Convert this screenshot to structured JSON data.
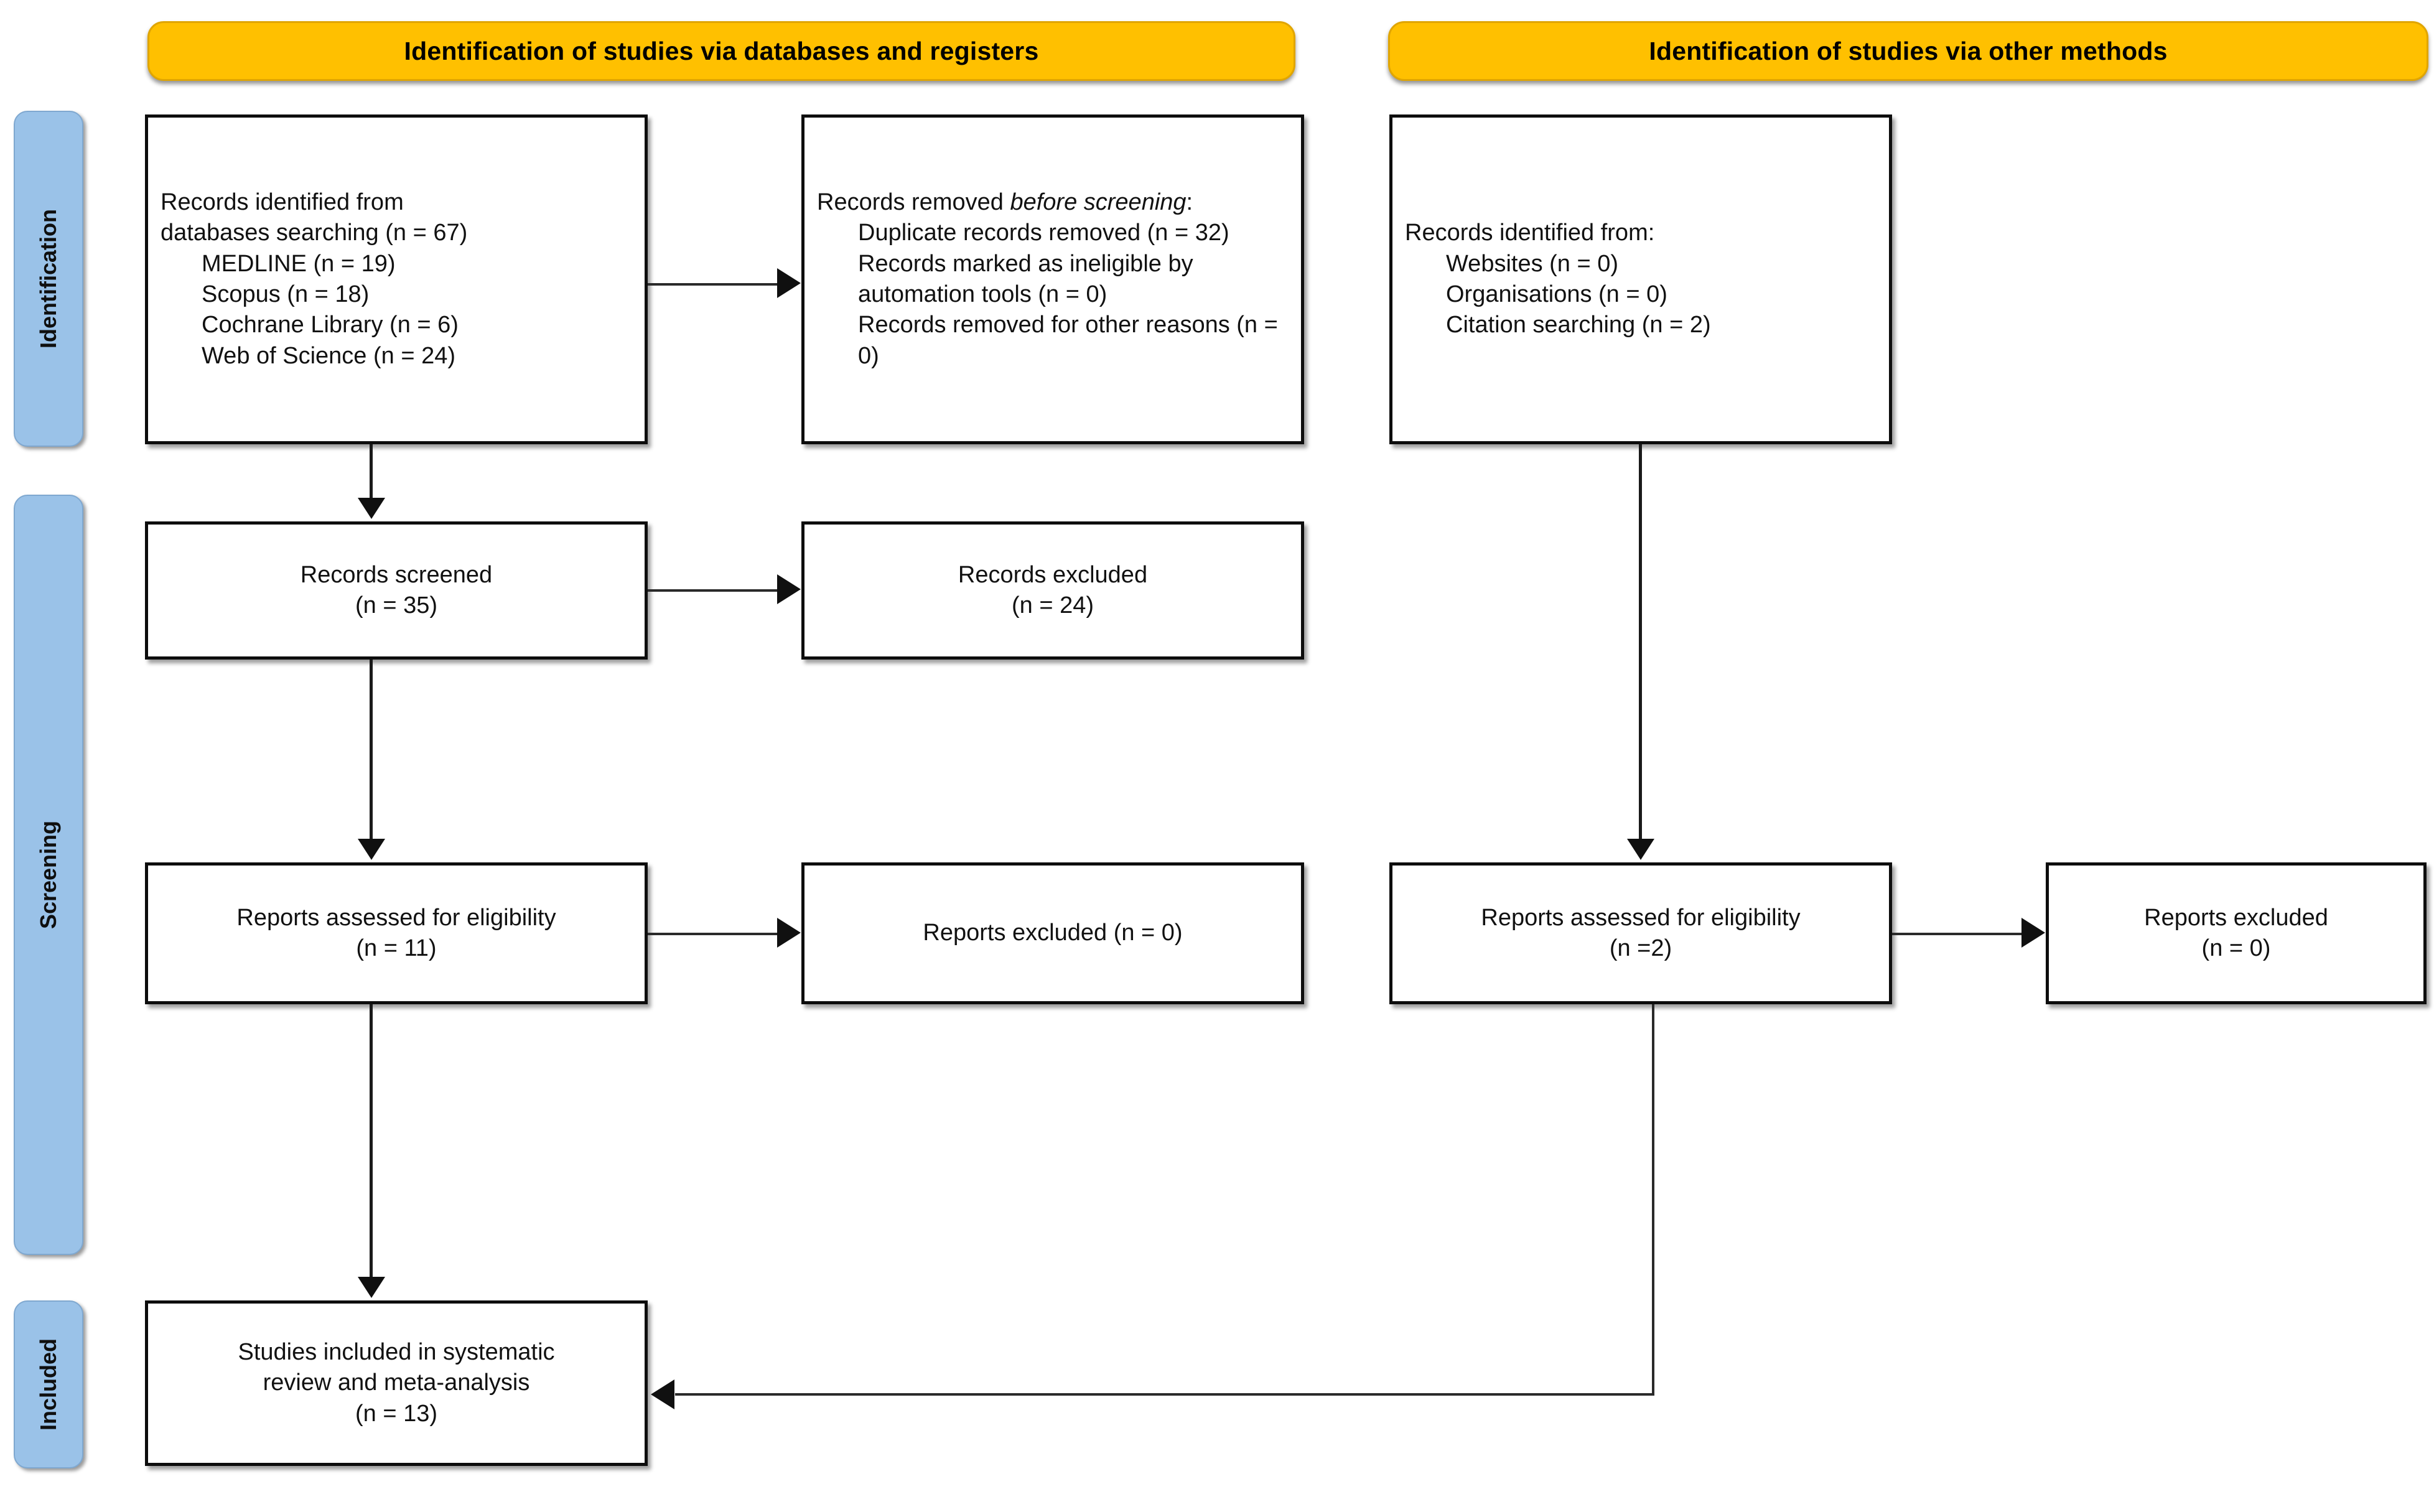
{
  "diagram": {
    "title": "PRISMA 2020 flow diagram",
    "colors": {
      "header_yellow": "#FFC000",
      "phase_blue": "#9AC2E8",
      "box_border": "#0D0D0D",
      "text": "#111111",
      "background": "#FFFFFF"
    }
  },
  "headers": {
    "left": "Identification of studies via databases and registers",
    "right": "Identification of studies via other methods"
  },
  "phases": {
    "identification": "Identification",
    "screening": "Screening",
    "included": "Included"
  },
  "boxes": {
    "identified_databases": {
      "line1": "Records identified from",
      "line2": "databases searching (n = 67)",
      "sources": [
        "MEDLINE (n = 19)",
        "Scopus (n = 18)",
        "Cochrane Library (n = 6)",
        "Web of Science (n = 24)"
      ]
    },
    "removed_before_screening": {
      "heading_plain": "Records removed ",
      "heading_italic": "before screening",
      "heading_colon": ":",
      "items": [
        "Duplicate records removed (n = 32)",
        "Records marked as ineligible by automation tools (n = 0)",
        "Records removed for other reasons (n = 0)"
      ]
    },
    "identified_other": {
      "heading": "Records identified from:",
      "sources": [
        "Websites (n = 0)",
        "Organisations (n = 0)",
        "Citation searching (n = 2)"
      ]
    },
    "records_screened": {
      "line1": "Records screened",
      "line2": "(n = 35)"
    },
    "records_excluded": {
      "line1": "Records excluded",
      "line2": "(n = 24)"
    },
    "eligibility_left": {
      "line1": "Reports assessed for eligibility",
      "line2": "(n = 11)"
    },
    "reports_excluded_left": {
      "line1": "Reports excluded (n = 0)"
    },
    "eligibility_right": {
      "line1": "Reports assessed for eligibility",
      "line2": "(n =2)"
    },
    "reports_excluded_right": {
      "line1": "Reports excluded",
      "line2": "(n = 0)"
    },
    "included": {
      "line1": "Studies included in systematic",
      "line2": "review and meta-analysis",
      "line3": "(n = 13)"
    }
  },
  "chart_data": {
    "type": "diagram",
    "title": "PRISMA 2020 flow diagram for new systematic reviews",
    "nodes": [
      {
        "id": "identified_db",
        "label": "Records identified from databases searching",
        "n": 67,
        "breakdown": {
          "MEDLINE": 19,
          "Scopus": 18,
          "Cochrane Library": 6,
          "Web of Science": 24
        },
        "column": "databases",
        "phase": "Identification"
      },
      {
        "id": "removed_before",
        "label": "Records removed before screening",
        "breakdown": {
          "Duplicate records removed": 32,
          "Records marked as ineligible by automation tools": 0,
          "Records removed for other reasons": 0
        },
        "column": "databases",
        "phase": "Identification"
      },
      {
        "id": "identified_other",
        "label": "Records identified from other methods",
        "breakdown": {
          "Websites": 0,
          "Organisations": 0,
          "Citation searching": 2
        },
        "column": "other",
        "phase": "Identification"
      },
      {
        "id": "screened",
        "label": "Records screened",
        "n": 35,
        "column": "databases",
        "phase": "Screening"
      },
      {
        "id": "rec_excluded",
        "label": "Records excluded",
        "n": 24,
        "column": "databases",
        "phase": "Screening"
      },
      {
        "id": "elig_left",
        "label": "Reports assessed for eligibility",
        "n": 11,
        "column": "databases",
        "phase": "Screening"
      },
      {
        "id": "rep_exc_left",
        "label": "Reports excluded",
        "n": 0,
        "column": "databases",
        "phase": "Screening"
      },
      {
        "id": "elig_right",
        "label": "Reports assessed for eligibility",
        "n": 2,
        "column": "other",
        "phase": "Screening"
      },
      {
        "id": "rep_exc_right",
        "label": "Reports excluded",
        "n": 0,
        "column": "other",
        "phase": "Screening"
      },
      {
        "id": "included",
        "label": "Studies included in systematic review and meta-analysis",
        "n": 13,
        "column": "databases",
        "phase": "Included"
      }
    ],
    "edges": [
      {
        "from": "identified_db",
        "to": "removed_before",
        "direction": "right"
      },
      {
        "from": "identified_db",
        "to": "screened",
        "direction": "down"
      },
      {
        "from": "screened",
        "to": "rec_excluded",
        "direction": "right"
      },
      {
        "from": "screened",
        "to": "elig_left",
        "direction": "down"
      },
      {
        "from": "elig_left",
        "to": "rep_exc_left",
        "direction": "right"
      },
      {
        "from": "elig_left",
        "to": "included",
        "direction": "down"
      },
      {
        "from": "identified_other",
        "to": "elig_right",
        "direction": "down"
      },
      {
        "from": "elig_right",
        "to": "rep_exc_right",
        "direction": "right"
      },
      {
        "from": "elig_right",
        "to": "included",
        "direction": "down-left"
      }
    ]
  }
}
